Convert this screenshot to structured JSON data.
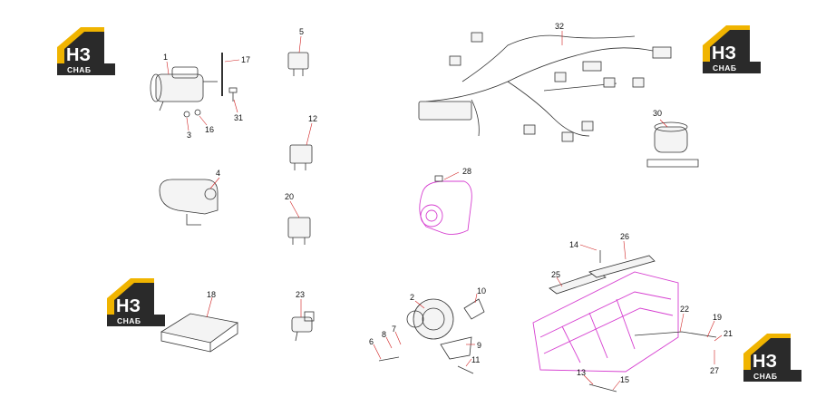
{
  "logo": {
    "letters": "НЗ",
    "caption": "СНАБ",
    "colors": {
      "gold": "#f0b400",
      "dark": "#2a2a2a",
      "white": "#ffffff"
    }
  },
  "diagram": {
    "accent_color": "#d63fd0",
    "leader_color": "#d02020",
    "callouts": [
      "1",
      "17",
      "5",
      "31",
      "3",
      "16",
      "12",
      "4",
      "20",
      "18",
      "23",
      "2",
      "10",
      "6",
      "8",
      "7",
      "9",
      "11",
      "32",
      "30",
      "28",
      "14",
      "26",
      "25",
      "22",
      "19",
      "21",
      "27",
      "13",
      "15"
    ]
  }
}
